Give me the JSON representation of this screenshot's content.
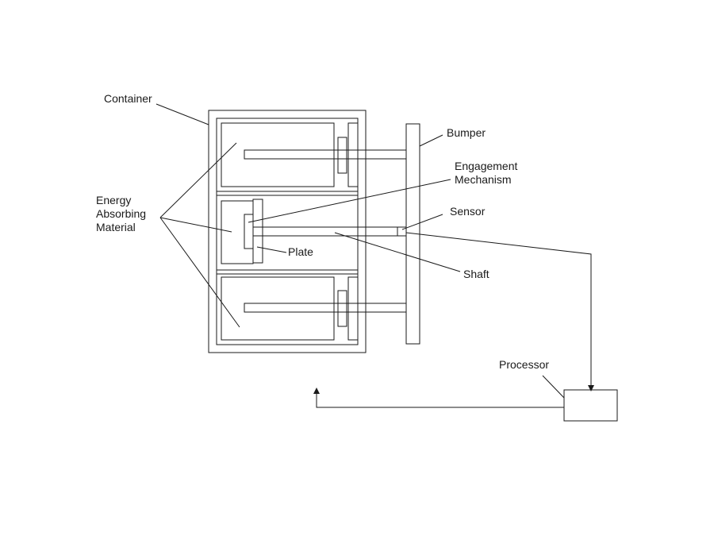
{
  "labels": {
    "container": "Container",
    "bumper": "Bumper",
    "engagement_mechanism": [
      "Engagement",
      "Mechanism"
    ],
    "energy_absorbing_material": [
      "Energy",
      "Absorbing",
      "Material"
    ],
    "sensor": "Sensor",
    "plate": "Plate",
    "shaft": "Shaft",
    "processor": "Processor"
  },
  "colors": {
    "stroke": "#1a1a1a",
    "background": "#ffffff"
  }
}
